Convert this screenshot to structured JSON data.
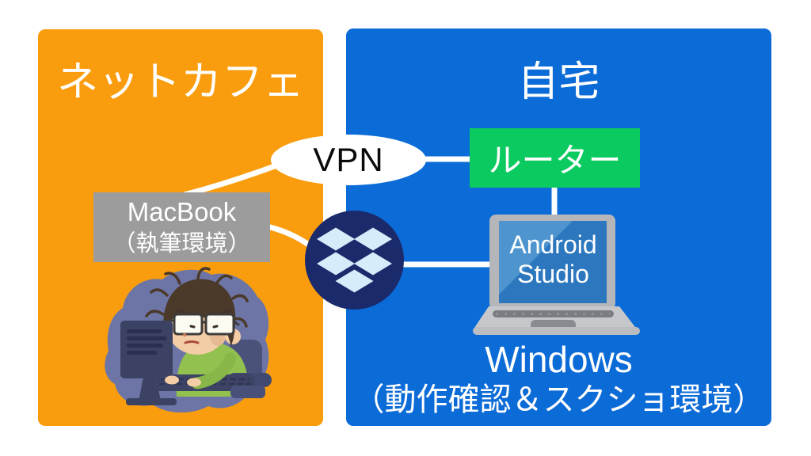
{
  "figure": {
    "cafe": {
      "title": "ネットカフェ",
      "macbook_line1": "MacBook",
      "macbook_line2": "（執筆環境）"
    },
    "home": {
      "title": "自宅",
      "router_label": "ルーター",
      "screen_line1": "Android",
      "screen_line2": "Studio",
      "caption_line1": "Windows",
      "caption_line2": "（動作確認＆スクショ環境）"
    },
    "vpn_label": "VPN"
  },
  "icons": {
    "dropbox": "dropbox-logo-circle",
    "laptop": "laptop-computer",
    "person": "person-working-at-computer"
  },
  "colors": {
    "cafe_panel": "#F99D0E",
    "home_panel": "#0B6BD7",
    "router_green": "#0BCA5F",
    "macbook_gray": "#9C9C9C",
    "vpn_bg": "#FFFFFF",
    "vpn_text": "#0A0A0A",
    "dropbox_navy": "#1B2A6B",
    "dropbox_glyph": "#D6ECFA",
    "connector": "#FFFFFF",
    "laptop_screen_blue": "#2C77BE",
    "text_white": "#FFFFFF"
  }
}
